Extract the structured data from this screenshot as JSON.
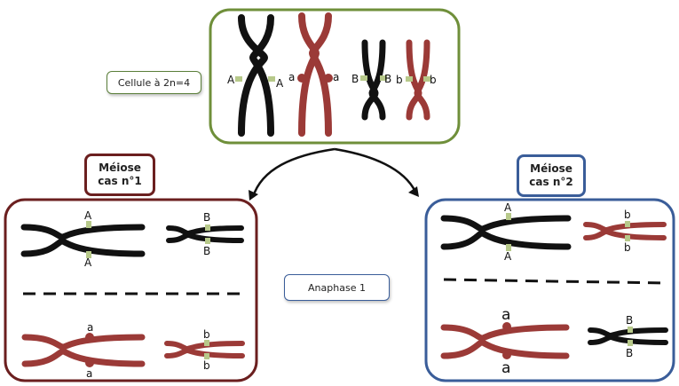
{
  "cell_label": "Cellule à 2n=4",
  "phase_label": "Anaphase 1",
  "case1": {
    "line1": "Méiose",
    "line2": "cas n°1"
  },
  "case2": {
    "line1": "Méiose",
    "line2": "cas n°2"
  },
  "colors": {
    "black": "#111111",
    "red": "#9b3a37",
    "green_border": "#6f8f3a",
    "maroon_border": "#6b1f1f",
    "blue_border": "#3a5d99",
    "marker": "#b7c98a"
  },
  "alleles": {
    "A": "A",
    "a": "a",
    "B": "B",
    "b": "b"
  }
}
